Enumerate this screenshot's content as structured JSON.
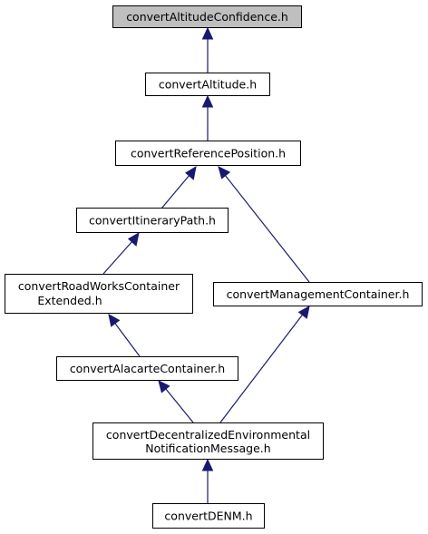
{
  "diagram": {
    "nodes": [
      {
        "id": "n0",
        "label": "convertAltitudeConfidence.h",
        "highlighted": true
      },
      {
        "id": "n1",
        "label": "convertAltitude.h"
      },
      {
        "id": "n2",
        "label": "convertReferencePosition.h"
      },
      {
        "id": "n3",
        "label": "convertItineraryPath.h"
      },
      {
        "id": "n4",
        "lines": [
          "convertRoadWorksContainer",
          "Extended.h"
        ]
      },
      {
        "id": "n5",
        "label": "convertManagementContainer.h"
      },
      {
        "id": "n6",
        "label": "convertAlacarteContainer.h"
      },
      {
        "id": "n7",
        "lines": [
          "convertDecentralizedEnvironmental",
          "NotificationMessage.h"
        ]
      },
      {
        "id": "n8",
        "label": "convertDENM.h"
      }
    ],
    "edges": [
      {
        "from": "n1",
        "to": "n0"
      },
      {
        "from": "n2",
        "to": "n1"
      },
      {
        "from": "n3",
        "to": "n2"
      },
      {
        "from": "n5",
        "to": "n2"
      },
      {
        "from": "n4",
        "to": "n3"
      },
      {
        "from": "n6",
        "to": "n4"
      },
      {
        "from": "n7",
        "to": "n6"
      },
      {
        "from": "n7",
        "to": "n5"
      },
      {
        "from": "n8",
        "to": "n7"
      }
    ],
    "colors": {
      "edge": "#191970",
      "highlighted_fill": "#bfbfbf",
      "node_fill": "#ffffff",
      "border": "#000000"
    }
  }
}
